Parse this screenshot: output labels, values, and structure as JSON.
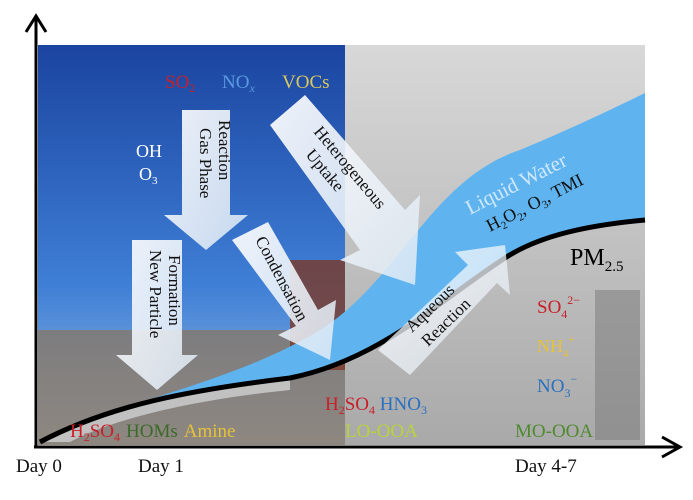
{
  "colors": {
    "sky_top": "#1e4fa8",
    "sky_bottom": "#5f9be0",
    "haze": "#b9b9b9",
    "water": "#5fb4f0",
    "red": "#c8202a",
    "blue": "#2a6fc0",
    "yellow": "#e6c23a",
    "green": "#4a7a30",
    "lime": "#b8d43a",
    "white": "#ffffff"
  },
  "gases": {
    "so": "SO",
    "so_sub": "2",
    "no": "NO",
    "no_sub": "x",
    "vocs": "VOCs"
  },
  "oxidants": {
    "oh": "OH",
    "o": "O",
    "o_sub": "3"
  },
  "arrows": {
    "gas_phase": [
      "Gas Phase",
      "Reaction"
    ],
    "heterogeneous": [
      "Heterogeneous",
      "Uptake"
    ],
    "new_particle": [
      "New Particle",
      "Formation"
    ],
    "condensation": "Condensation",
    "aqueous": [
      "Aqueous",
      "Reaction"
    ]
  },
  "liquid_water": {
    "label": "Liquid Water",
    "h": "H",
    "s2": "2",
    "o": "O",
    "s2b": "2",
    "comma1": ", O",
    "s3": "3",
    "rest": ", TMI"
  },
  "pm": {
    "label": "PM",
    "sub": "2.5"
  },
  "ions": {
    "so4": "SO",
    "so4_sub": "4",
    "so4_sup": "2−",
    "nh4": "NH",
    "nh4_sub": "4",
    "nh4_sup": "+",
    "no3": "NO",
    "no3_sub": "3",
    "no3_sup": "−"
  },
  "mid_species": {
    "h": "H",
    "h_sub": "2",
    "so": "SO",
    "so_sub": "4",
    "hno": " HNO",
    "hno_sub": "3",
    "lo_ooa": "LO-OOA",
    "mo_ooa": "MO-OOA"
  },
  "early_species": {
    "h": "H",
    "h_sub": "2",
    "so": "SO",
    "so_sub": "4",
    "homs": "HOMs",
    "amine": "Amine"
  },
  "x_axis": {
    "ticks": [
      "Day 0",
      "Day 1",
      "Day 4-7"
    ]
  }
}
